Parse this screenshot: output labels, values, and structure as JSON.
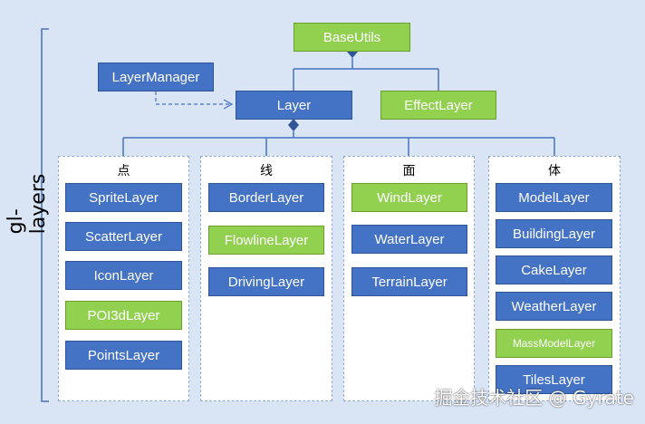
{
  "diagram": {
    "side_label": "gl-layers",
    "root": "BaseUtils",
    "manager": "LayerManager",
    "layer": "Layer",
    "effect": "EffectLayer",
    "groups": [
      {
        "title": "点",
        "items": [
          "SpriteLayer",
          "ScatterLayer",
          "IconLayer",
          "POI3dLayer",
          "PointsLayer"
        ]
      },
      {
        "title": "线",
        "items": [
          "BorderLayer",
          "FlowlineLayer",
          "DrivingLayer"
        ]
      },
      {
        "title": "面",
        "items": [
          "WindLayer",
          "WaterLayer",
          "TerrainLayer"
        ]
      },
      {
        "title": "体",
        "items": [
          "ModelLayer",
          "BuildingLayer",
          "CakeLayer",
          "WeatherLayer",
          "MassModelLayer",
          "TilesLayer"
        ]
      }
    ]
  },
  "colors": {
    "background": "#d9e4f5",
    "blue_node": "#4472c4",
    "green_node": "#92d050",
    "connector": "#4472c4"
  },
  "watermark": "掘金技术社区 @ Gyrate"
}
